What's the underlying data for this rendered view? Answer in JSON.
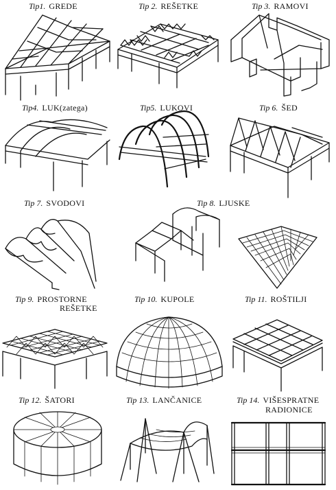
{
  "types": [
    {
      "tip": "Tip1.",
      "name": "GREDE"
    },
    {
      "tip": "Tip 2.",
      "name": "REŠETKE"
    },
    {
      "tip": "Tip 3.",
      "name": "RAMOVI"
    },
    {
      "tip": "Tip4.",
      "name": "LUK(zatega)"
    },
    {
      "tip": "Tip5.",
      "name": "LUKOVI"
    },
    {
      "tip": "Tip 6.",
      "name": "ŠED"
    },
    {
      "tip": "Tip 7.",
      "name": "SVODOVI"
    },
    {
      "tip": "Tip 8.",
      "name": "LJUSKE"
    },
    {
      "tip": "Tip 9.",
      "name": "PROSTORNE",
      "name2": "REŠETKE"
    },
    {
      "tip": "Tip 10.",
      "name": "KUPOLE"
    },
    {
      "tip": "Tip 11.",
      "name": "ROŠTILJI"
    },
    {
      "tip": "Tip 12.",
      "name": "ŠATORI"
    },
    {
      "tip": "Tip 13.",
      "name": "LANČANICE"
    },
    {
      "tip": "Tip 14.",
      "name": "VIŠESPRATNE",
      "name2": "RADIONICE"
    }
  ]
}
